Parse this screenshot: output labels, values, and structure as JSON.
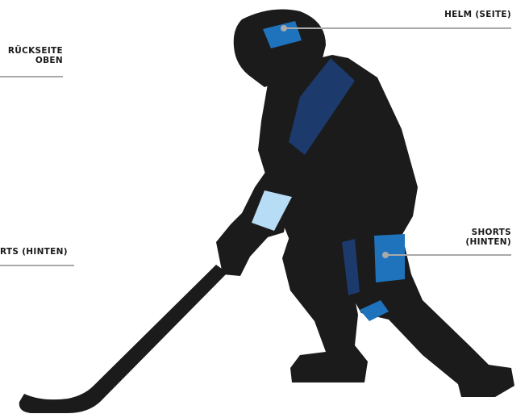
{
  "labels": {
    "helmet_side": "HELM (SEITE)",
    "back_upper_line1": "RÜCKSEITE",
    "back_upper_line2": "OBEN",
    "shorts_back_left": "RTS (HINTEN)",
    "shorts_back_right_line1": "SHORTS",
    "shorts_back_right_line2": "(HINTEN)"
  },
  "colors": {
    "silhouette": "#1b1b1b",
    "dark_blue": "#1c3a6b",
    "medium_blue": "#1f73bd",
    "light_blue": "#b7dcf5",
    "leader_line": "#a9a9a9"
  }
}
